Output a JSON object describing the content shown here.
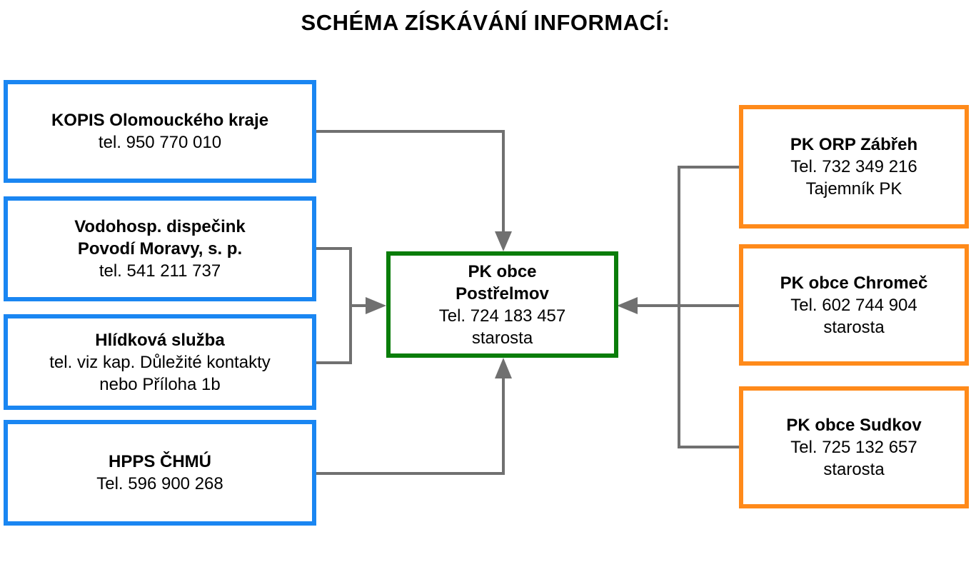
{
  "title": "SCHÉMA ZÍSKÁVÁNÍ INFORMACÍ:",
  "colors": {
    "left_border": "#1a86f2",
    "center_border": "#0a7d0a",
    "right_border": "#ff8a1a",
    "connector": "#707070"
  },
  "left_boxes": [
    {
      "name": "KOPIS Olomouckého kraje",
      "lines": [
        "tel. 950 770 010"
      ]
    },
    {
      "name_lines": [
        "Vodohosp. dispečink",
        "Povodí Moravy, s. p."
      ],
      "lines": [
        "tel. 541 211 737"
      ]
    },
    {
      "name": "Hlídková služba",
      "lines": [
        "tel. viz kap. Důležité kontakty",
        "nebo Příloha 1b"
      ]
    },
    {
      "name": "HPPS ČHMÚ",
      "lines": [
        "Tel. 596 900 268"
      ]
    }
  ],
  "center_box": {
    "name_lines": [
      "PK obce",
      "Postřelmov"
    ],
    "lines": [
      "Tel. 724 183 457",
      "starosta"
    ]
  },
  "right_boxes": [
    {
      "name": "PK ORP Zábřeh",
      "lines": [
        "Tel. 732 349 216",
        "Tajemník PK"
      ]
    },
    {
      "name": "PK obce Chromeč",
      "lines": [
        "Tel. 602 744 904",
        "starosta"
      ]
    },
    {
      "name": "PK obce Sudkov",
      "lines": [
        "Tel. 725 132 657",
        "starosta"
      ]
    }
  ]
}
